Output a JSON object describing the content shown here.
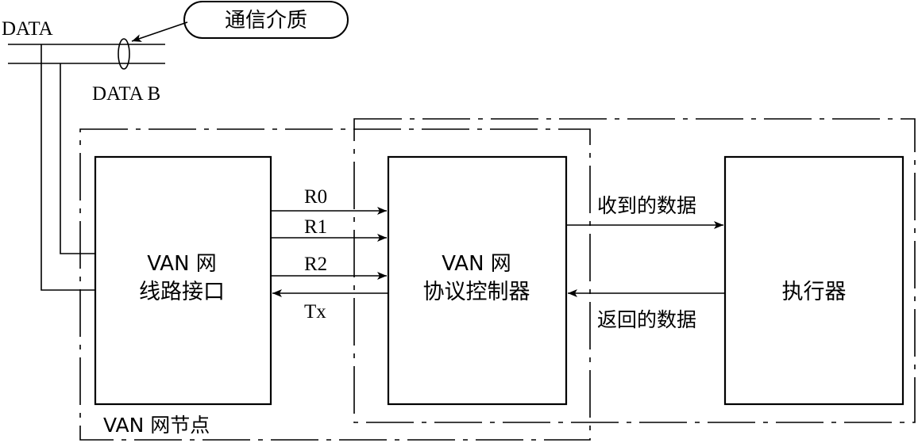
{
  "bus": {
    "data_label": "DATA",
    "data_b_label": "DATA B"
  },
  "medium": {
    "label": "通信介质"
  },
  "blocks": {
    "line_interface": {
      "line1": "VAN 网",
      "line2": "线路接口"
    },
    "protocol_controller": {
      "line1": "VAN 网",
      "line2": "协议控制器"
    },
    "actuator": {
      "label": "执行器"
    }
  },
  "signals": {
    "r0": "R0",
    "r1": "R1",
    "r2": "R2",
    "tx": "Tx"
  },
  "flows": {
    "received": "收到的数据",
    "returned": "返回的数据"
  },
  "node": {
    "label": "VAN 网节点"
  },
  "colors": {
    "stroke": "#000000",
    "background": "#ffffff"
  }
}
